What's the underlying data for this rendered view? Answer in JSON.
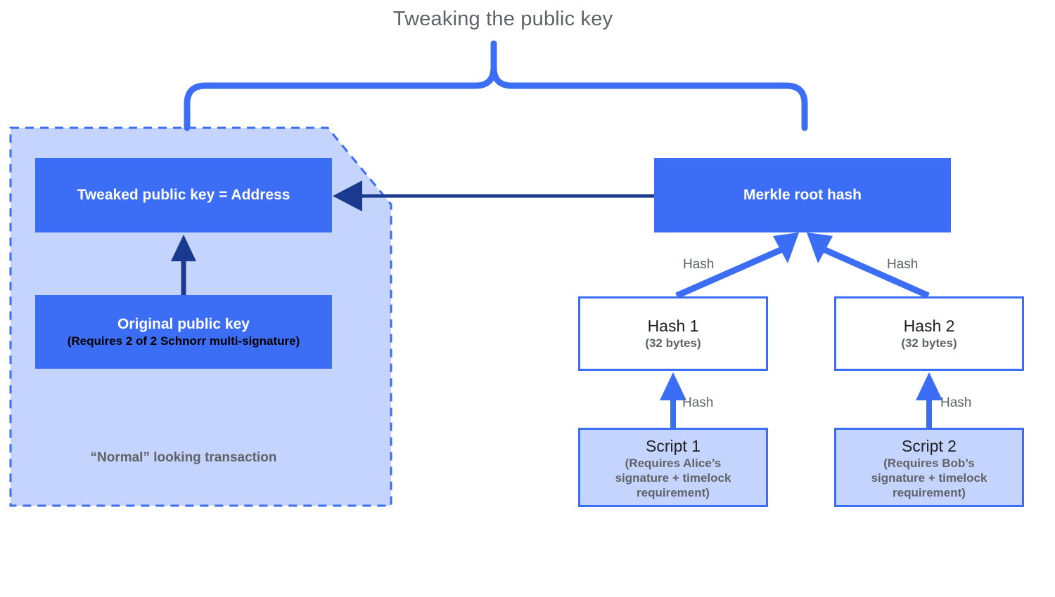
{
  "title": "Tweaking the public key",
  "transaction_group": {
    "caption": "“Normal” looking transaction",
    "tweaked_key": {
      "label": "Tweaked public key = Address"
    },
    "original_key": {
      "label": "Original public key",
      "detail": "(Requires 2 of 2 Schnorr multi-signature)"
    }
  },
  "merkle_tree": {
    "root": {
      "label": "Merkle root hash"
    },
    "hashes": [
      {
        "label": "Hash 1",
        "detail": "(32 bytes)"
      },
      {
        "label": "Hash 2",
        "detail": "(32 bytes)"
      }
    ],
    "scripts": [
      {
        "label": "Script 1",
        "detail": "(Requires Alice’s\nsignature + timelock\nrequirement)"
      },
      {
        "label": "Script 2",
        "detail": "(Requires Bob’s\nsignature + timelock\nrequirement)"
      }
    ],
    "edge_labels": {
      "hash_left": "Hash",
      "hash_right": "Hash",
      "hash_script_1": "Hash",
      "hash_script_2": "Hash"
    }
  },
  "colors": {
    "accent_blue": "#3b6df5",
    "light_blue": "#c5d4fc",
    "dark_navy": "#1a3a8f",
    "text_gray": "#5f6368",
    "text_black": "#202124"
  }
}
